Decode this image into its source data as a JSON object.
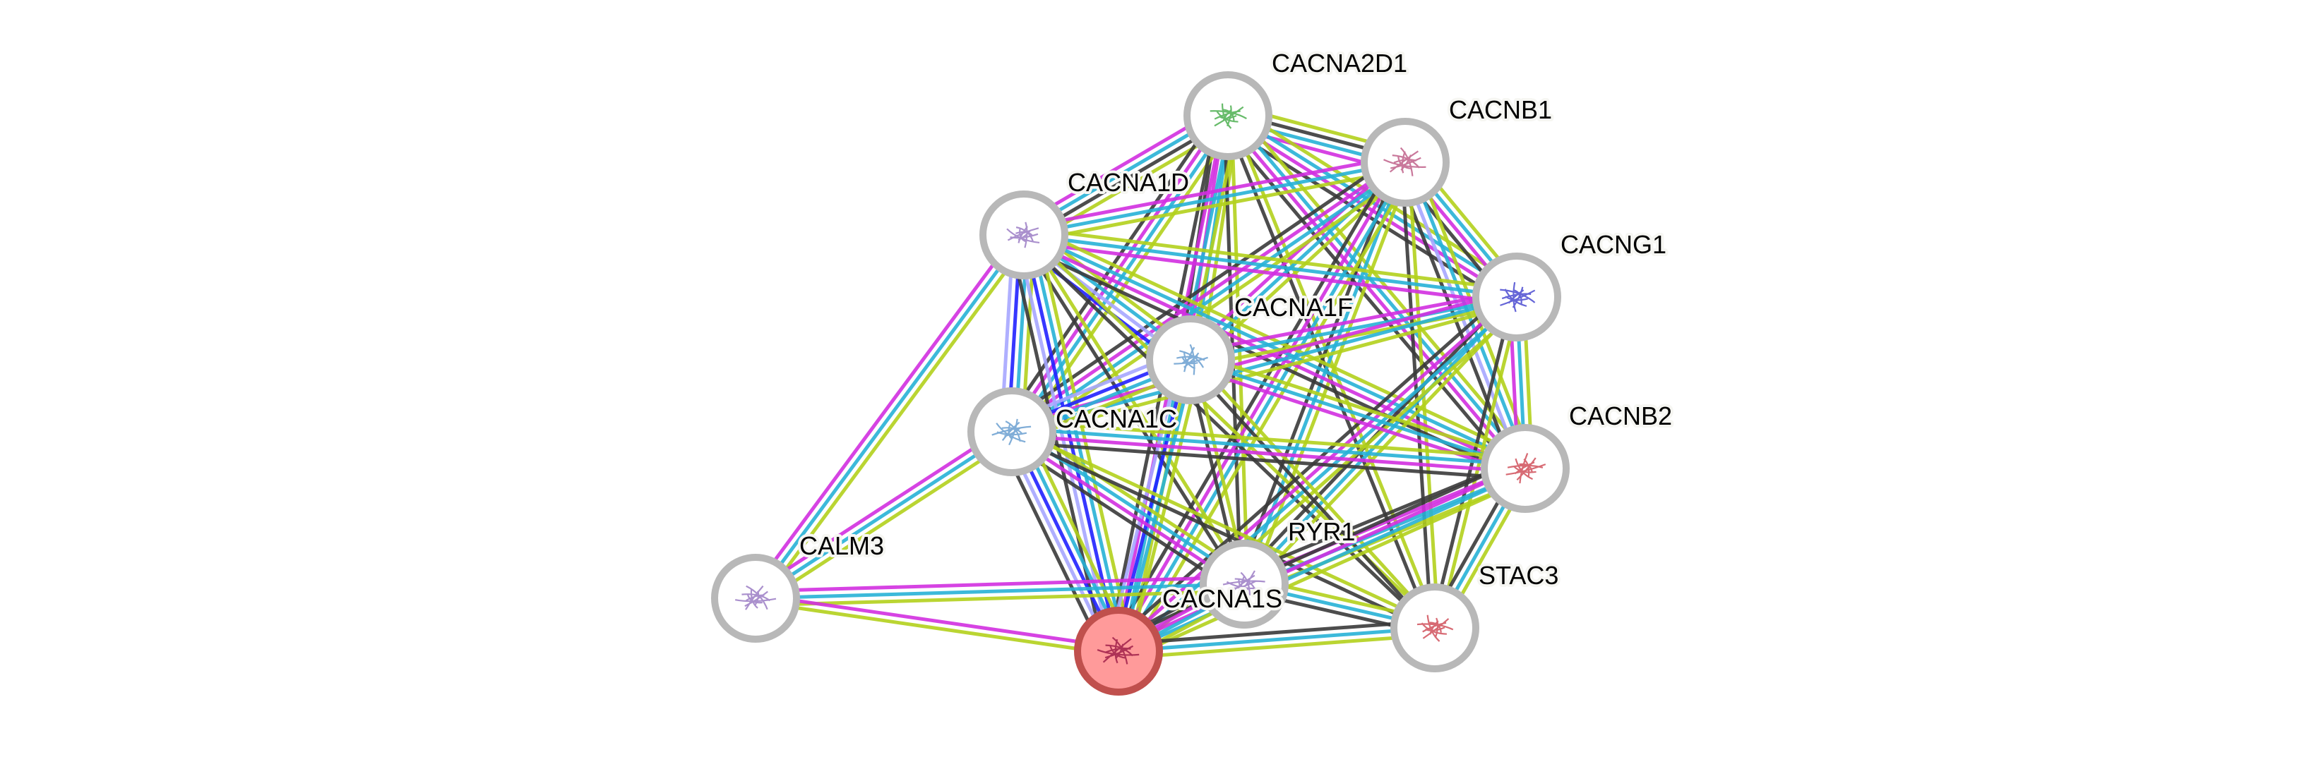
{
  "colors": {
    "textmining": "#b3d01c",
    "coexpression": "#3a3a3a",
    "database": "#27b1d6",
    "experiments": "#d22fe0",
    "cooccurrence": "#2121ff",
    "homology": "#a6a6ff",
    "query_fill": "#ff9a9a",
    "query_stroke": "#c0504d",
    "node_stroke": "#b8b8b8"
  },
  "nodes": [
    {
      "id": "CACNA2D1",
      "label": "CACNA2D1",
      "icon": "protein-structure-green",
      "query": false
    },
    {
      "id": "CACNB1",
      "label": "CACNB1",
      "icon": "protein-structure-pink",
      "query": false
    },
    {
      "id": "CACNA1D",
      "label": "CACNA1D",
      "icon": "protein-structure-purple",
      "query": false
    },
    {
      "id": "CACNG1",
      "label": "CACNG1",
      "icon": "protein-structure-blue",
      "query": false
    },
    {
      "id": "CACNA1F",
      "label": "CACNA1F",
      "icon": "protein-structure-multicolor",
      "query": false
    },
    {
      "id": "CACNA1C",
      "label": "CACNA1C",
      "icon": "protein-structure-multicolor",
      "query": false
    },
    {
      "id": "CACNB2",
      "label": "CACNB2",
      "icon": "protein-structure-red",
      "query": false
    },
    {
      "id": "CALM3",
      "label": "CALM3",
      "icon": "protein-structure-purple",
      "query": false
    },
    {
      "id": "RYR1",
      "label": "RYR1",
      "icon": "protein-structure-purple",
      "query": false
    },
    {
      "id": "STAC3",
      "label": "STAC3",
      "icon": "protein-structure-red",
      "query": false
    },
    {
      "id": "CACNA1S",
      "label": "CACNA1S",
      "icon": "protein-structure-crimson",
      "query": true
    }
  ],
  "edges": [
    [
      "CACNA2D1",
      "CACNB1",
      [
        "textmining",
        "coexpression",
        "database",
        "experiments"
      ]
    ],
    [
      "CACNA2D1",
      "CACNA1D",
      [
        "textmining",
        "coexpression",
        "database",
        "experiments"
      ]
    ],
    [
      "CACNA2D1",
      "CACNG1",
      [
        "textmining",
        "database",
        "experiments",
        "coexpression"
      ]
    ],
    [
      "CACNA2D1",
      "CACNA1F",
      [
        "textmining",
        "database",
        "experiments",
        "coexpression"
      ]
    ],
    [
      "CACNA2D1",
      "CACNA1C",
      [
        "textmining",
        "database",
        "experiments",
        "coexpression"
      ]
    ],
    [
      "CACNA2D1",
      "CACNB2",
      [
        "textmining",
        "database",
        "experiments",
        "coexpression"
      ]
    ],
    [
      "CACNA2D1",
      "RYR1",
      [
        "textmining",
        "coexpression"
      ]
    ],
    [
      "CACNA2D1",
      "STAC3",
      [
        "textmining",
        "coexpression"
      ]
    ],
    [
      "CACNA2D1",
      "CACNA1S",
      [
        "textmining",
        "database",
        "experiments",
        "coexpression"
      ]
    ],
    [
      "CACNB1",
      "CACNA1D",
      [
        "textmining",
        "database",
        "experiments"
      ]
    ],
    [
      "CACNB1",
      "CACNG1",
      [
        "textmining",
        "database",
        "experiments",
        "coexpression"
      ]
    ],
    [
      "CACNB1",
      "CACNA1F",
      [
        "textmining",
        "database",
        "experiments"
      ]
    ],
    [
      "CACNB1",
      "CACNA1C",
      [
        "textmining",
        "database",
        "experiments",
        "coexpression"
      ]
    ],
    [
      "CACNB1",
      "CACNB2",
      [
        "textmining",
        "database",
        "homology",
        "coexpression"
      ]
    ],
    [
      "CACNB1",
      "RYR1",
      [
        "textmining",
        "database",
        "coexpression"
      ]
    ],
    [
      "CACNB1",
      "STAC3",
      [
        "textmining",
        "coexpression"
      ]
    ],
    [
      "CACNB1",
      "CACNA1S",
      [
        "textmining",
        "database",
        "experiments",
        "coexpression"
      ]
    ],
    [
      "CACNA1D",
      "CACNG1",
      [
        "textmining",
        "database",
        "experiments"
      ]
    ],
    [
      "CACNA1D",
      "CACNA1F",
      [
        "textmining",
        "database",
        "homology",
        "cooccurrence"
      ]
    ],
    [
      "CACNA1D",
      "CACNA1C",
      [
        "textmining",
        "database",
        "cooccurrence",
        "homology"
      ]
    ],
    [
      "CACNA1D",
      "CACNB2",
      [
        "textmining",
        "database",
        "experiments",
        "coexpression"
      ]
    ],
    [
      "CACNA1D",
      "CALM3",
      [
        "textmining",
        "database",
        "experiments"
      ]
    ],
    [
      "CACNA1D",
      "RYR1",
      [
        "textmining",
        "coexpression"
      ]
    ],
    [
      "CACNA1D",
      "STAC3",
      [
        "textmining",
        "coexpression"
      ]
    ],
    [
      "CACNA1D",
      "CACNA1S",
      [
        "textmining",
        "database",
        "cooccurrence",
        "homology",
        "coexpression"
      ]
    ],
    [
      "CACNG1",
      "CACNA1F",
      [
        "textmining",
        "database",
        "experiments"
      ]
    ],
    [
      "CACNG1",
      "CACNA1C",
      [
        "textmining",
        "database",
        "experiments"
      ]
    ],
    [
      "CACNG1",
      "CACNB2",
      [
        "textmining",
        "database",
        "experiments"
      ]
    ],
    [
      "CACNG1",
      "RYR1",
      [
        "textmining",
        "database",
        "coexpression"
      ]
    ],
    [
      "CACNG1",
      "STAC3",
      [
        "textmining",
        "coexpression"
      ]
    ],
    [
      "CACNG1",
      "CACNA1S",
      [
        "textmining",
        "database",
        "experiments",
        "coexpression"
      ]
    ],
    [
      "CACNA1F",
      "CACNA1C",
      [
        "textmining",
        "database",
        "cooccurrence",
        "homology"
      ]
    ],
    [
      "CACNA1F",
      "CACNB2",
      [
        "textmining",
        "database",
        "experiments"
      ]
    ],
    [
      "CACNA1F",
      "RYR1",
      [
        "textmining",
        "coexpression"
      ]
    ],
    [
      "CACNA1F",
      "STAC3",
      [
        "textmining",
        "coexpression"
      ]
    ],
    [
      "CACNA1F",
      "CACNA1S",
      [
        "textmining",
        "database",
        "cooccurrence",
        "homology"
      ]
    ],
    [
      "CACNA1C",
      "CACNB2",
      [
        "textmining",
        "database",
        "experiments",
        "coexpression"
      ]
    ],
    [
      "CACNA1C",
      "CALM3",
      [
        "textmining",
        "database",
        "experiments"
      ]
    ],
    [
      "CACNA1C",
      "RYR1",
      [
        "textmining",
        "database",
        "experiments",
        "coexpression"
      ]
    ],
    [
      "CACNA1C",
      "STAC3",
      [
        "textmining",
        "coexpression"
      ]
    ],
    [
      "CACNA1C",
      "CACNA1S",
      [
        "textmining",
        "database",
        "cooccurrence",
        "homology",
        "coexpression"
      ]
    ],
    [
      "CACNB2",
      "RYR1",
      [
        "textmining",
        "database",
        "experiments",
        "coexpression"
      ]
    ],
    [
      "CACNB2",
      "STAC3",
      [
        "textmining",
        "database",
        "coexpression"
      ]
    ],
    [
      "CACNB2",
      "CACNA1S",
      [
        "textmining",
        "database",
        "experiments",
        "coexpression"
      ]
    ],
    [
      "CALM3",
      "RYR1",
      [
        "experiments",
        "database",
        "textmining"
      ]
    ],
    [
      "CALM3",
      "CACNA1S",
      [
        "experiments",
        "textmining"
      ]
    ],
    [
      "RYR1",
      "STAC3",
      [
        "textmining",
        "database",
        "coexpression"
      ]
    ],
    [
      "RYR1",
      "CACNA1S",
      [
        "textmining",
        "database",
        "experiments",
        "coexpression"
      ]
    ],
    [
      "STAC3",
      "CACNA1S",
      [
        "textmining",
        "database",
        "coexpression"
      ]
    ]
  ]
}
